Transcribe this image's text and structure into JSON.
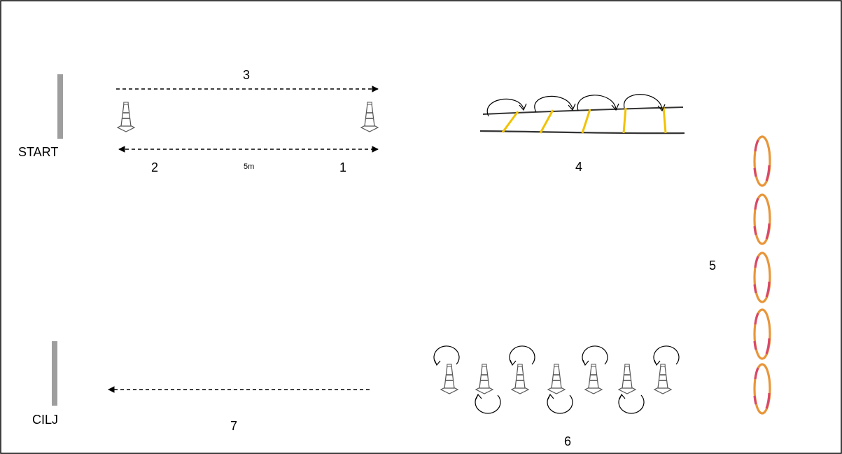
{
  "labels": {
    "start": "START",
    "finish": "CILJ",
    "s1": "1",
    "s2": "2",
    "s3": "3",
    "s4": "4",
    "s5": "5",
    "s6": "6",
    "s7": "7",
    "distance": "5m"
  },
  "colors": {
    "line": "#000000",
    "post": "#9e9e9e",
    "ladder_rung": "#f2c200",
    "hoop_a": "#e8963a",
    "hoop_b": "#d9476a"
  },
  "icons": {
    "cone": "traffic-cone-icon",
    "hoop": "hoop-icon",
    "ladder": "agility-ladder-icon",
    "arrow": "dashed-arrow-icon",
    "curl": "circular-arrow-icon"
  }
}
